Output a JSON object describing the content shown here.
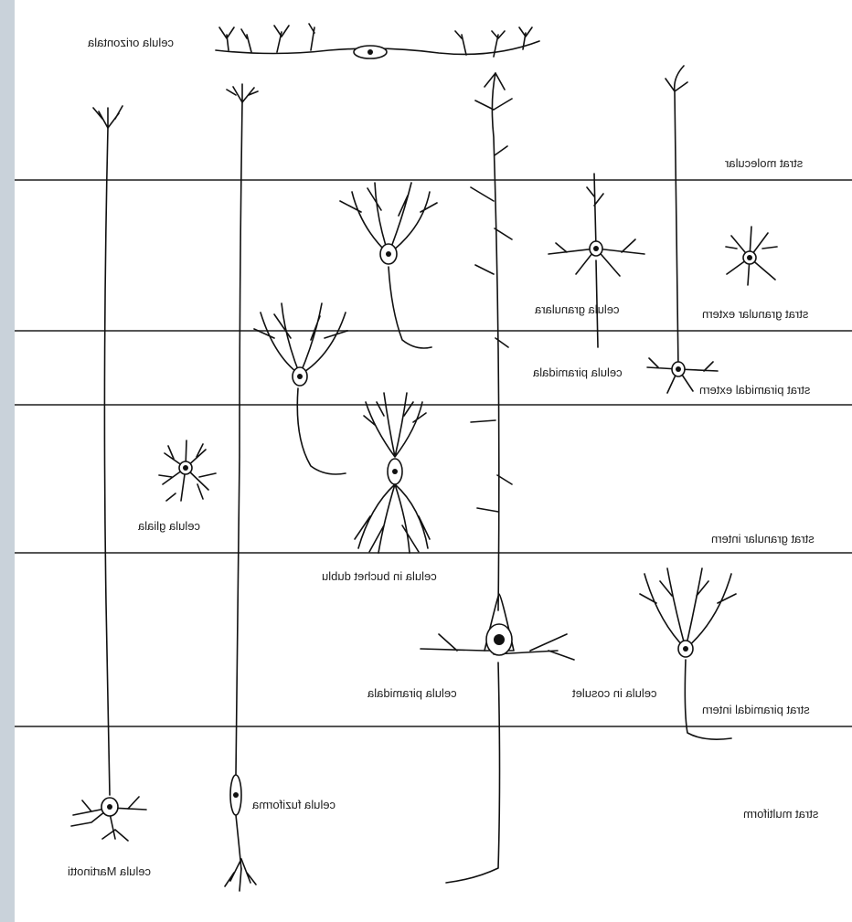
{
  "layers": [
    {
      "key": "molecular",
      "label": "strat molecular"
    },
    {
      "key": "granular_extern",
      "label": "strat granular extern"
    },
    {
      "key": "piramidal_extern",
      "label": "strat piramidal extern"
    },
    {
      "key": "granular_intern",
      "label": "strat granular intern"
    },
    {
      "key": "piramidal_intern",
      "label": "strat piramidal intern"
    },
    {
      "key": "multiform",
      "label": "strat multiform"
    }
  ],
  "cells": {
    "orizontala": "celula orizontala",
    "granulara": "celula granulara",
    "piramidala_extern": "celula piramidala",
    "gliala": "celula gliala",
    "buchet_dublu": "celula in buchet dublu",
    "piramidala_intern": "celula piramidala",
    "cosulet": "celula in cosulet",
    "fuziforma": "celula fuziforma",
    "martinotti": "celula Martinotti"
  },
  "colors": {
    "background": "#c9d2da",
    "paper": "#ffffff",
    "ink": "#111111",
    "layer_line": "#555555"
  }
}
